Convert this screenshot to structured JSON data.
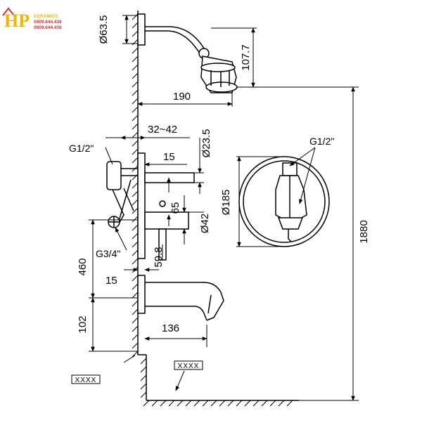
{
  "logo": {
    "initials": "HP",
    "brand": "CERAMICS",
    "phone1": "0909.644.436",
    "phone2": "0909.644.436",
    "colors": {
      "hp": "#f5b400",
      "text": "#d32f2f"
    }
  },
  "dimensions": {
    "head_dia": "Ø63.5",
    "head_drop": "107.7",
    "arm_reach": "190",
    "wall_range": "32~42",
    "pipe_dia": "Ø23.5",
    "offset_15": "15",
    "plate_dia": "Ø185",
    "inlet_offset": "65",
    "knob_dia": "Ø42",
    "spacing_460": "460",
    "spout_offset_15": "15",
    "height_59": "59.8",
    "spout_height": "102",
    "spout_reach": "136",
    "total_height": "1880"
  },
  "labels": {
    "inlet_left": "G1/2\"",
    "inlet_front": "G1/2\"",
    "outlet": "G3/4\""
  },
  "hatch_tags": {
    "left": "XXXX",
    "right": "XXXX"
  }
}
